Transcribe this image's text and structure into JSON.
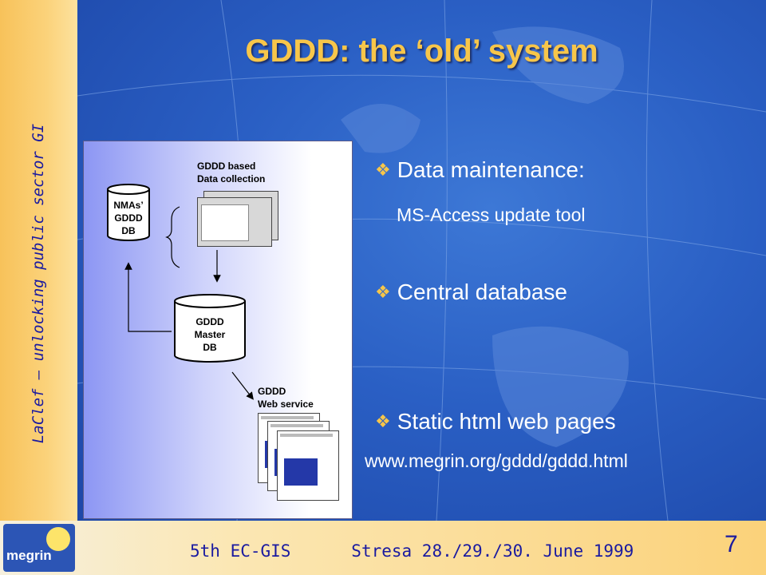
{
  "title": "GDDD: the ‘old’ system",
  "sidebar_text": "LaClef — unlocking public sector GI",
  "footer": {
    "event": "5th EC-GIS",
    "place_date": "Stresa 28./29./30. June 1999"
  },
  "page_number": "7",
  "logo_text": "megrin",
  "diagram": {
    "nmas_db": [
      "NMAs’",
      "GDDD",
      "DB"
    ],
    "collection_label": [
      "GDDD based",
      "Data collection"
    ],
    "master_db": [
      "GDDD",
      "Master",
      "DB"
    ],
    "web_service_label": [
      "GDDD",
      "Web service"
    ]
  },
  "bullets": [
    {
      "text": "Data maintenance:",
      "sub": "MS-Access update tool"
    },
    {
      "text": "Central database",
      "sub": ""
    },
    {
      "text": "Static html web pages",
      "sub": "www.megrin.org/gddd/gddd.html"
    }
  ],
  "colors": {
    "background_blue": "#2a5fc4",
    "title_gold": "#f7c64a",
    "side_text": "#1a1aa0"
  }
}
